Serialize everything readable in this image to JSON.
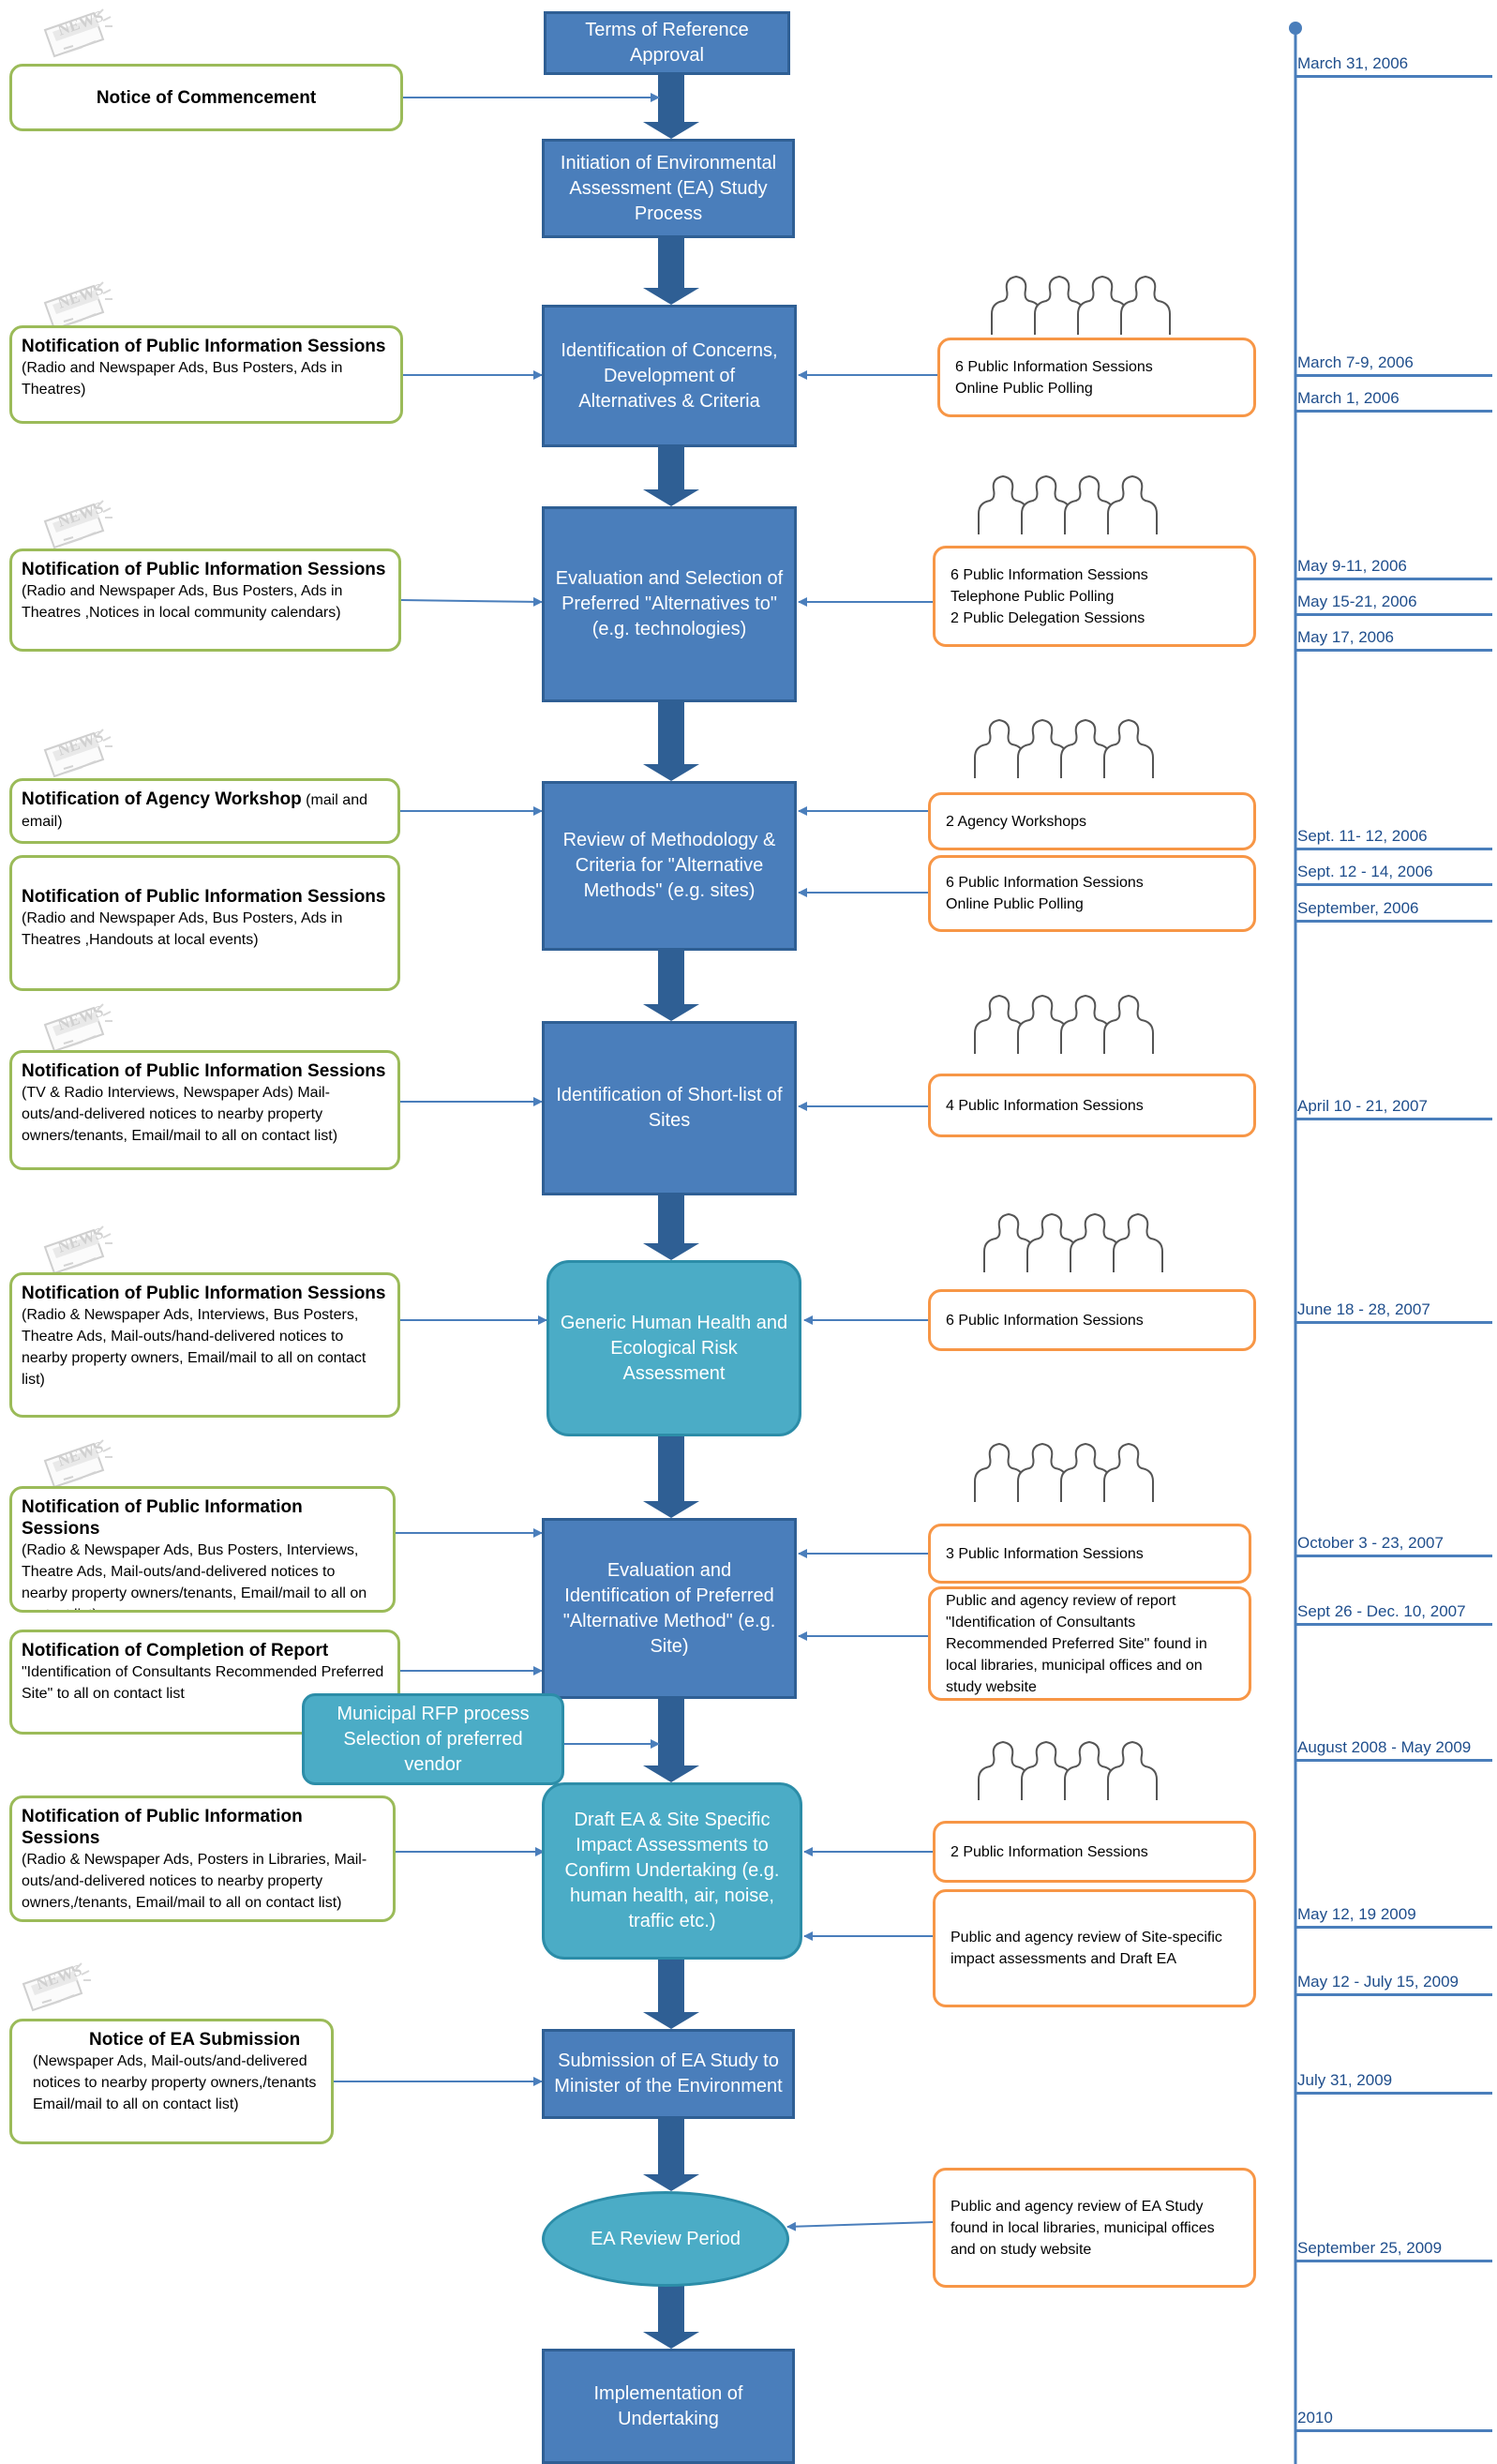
{
  "process": [
    {
      "name": "terms",
      "text": "Terms of Reference Approval"
    },
    {
      "name": "initiation",
      "text": "Initiation of Environmental Assessment (EA) Study Process"
    },
    {
      "name": "concerns",
      "text": "Identification of Concerns, Development of Alternatives & Criteria"
    },
    {
      "name": "evaluation",
      "text": "Evaluation and Selection of Preferred \"Alternatives to\" (e.g. technologies)"
    },
    {
      "name": "methodology",
      "text": "Review of Methodology & Criteria for \"Alternative Methods\" (e.g. sites)"
    },
    {
      "name": "shortlist",
      "text": "Identification of  Short-list of Sites"
    },
    {
      "name": "health",
      "text": "Generic Human Health and Ecological  Risk Assessment"
    },
    {
      "name": "preferred",
      "text": "Evaluation and Identification of Preferred \"Alternative Method\" (e.g. Site)"
    },
    {
      "name": "rfp",
      "text": "Municipal RFP process Selection of preferred vendor"
    },
    {
      "name": "draft",
      "text": "Draft EA & Site Specific Impact Assessments to Confirm Undertaking (e.g. human health, air, noise, traffic etc.)"
    },
    {
      "name": "submission",
      "text": "Submission of EA Study to Minister of  the Environment"
    },
    {
      "name": "review",
      "text": "EA Review Period"
    },
    {
      "name": "implementation",
      "text": "Implementation of Undertaking"
    }
  ],
  "notices": [
    {
      "title": "Notice of Commencement",
      "detail": ""
    },
    {
      "title": "Notification of Public Information Sessions",
      "detail": "(Radio and Newspaper Ads, Bus Posters, Ads in Theatres)"
    },
    {
      "title": "Notification of Public Information Sessions",
      "detail": "(Radio and Newspaper Ads, Bus Posters, Ads in Theatres ,Notices in local community calendars)"
    },
    {
      "title": "Notification of Agency Workshop",
      "detail": " (mail  and email)"
    },
    {
      "title": "Notification of Public Information Sessions",
      "detail": "(Radio and Newspaper Ads, Bus Posters, Ads in Theatres ,Handouts at local events)"
    },
    {
      "title": "Notification of Public Information Sessions",
      "detail": "(TV & Radio Interviews, Newspaper Ads) Mail-outs/and-delivered notices to nearby property owners/tenants, Email/mail  to all on contact list)"
    },
    {
      "title": "Notification of Public Information Sessions",
      "detail": "(Radio & Newspaper Ads, Interviews, Bus Posters, Theatre Ads, Mail-outs/hand-delivered notices to nearby property owners, Email/mail  to all on contact list)"
    },
    {
      "title": "Notification of Public Information Sessions",
      "detail": "(Radio & Newspaper Ads, Bus Posters, Interviews, Theatre Ads, Mail-outs/and-delivered notices to nearby property owners/tenants,  Email/mail  to all on contact list)"
    },
    {
      "title": "Notification of Completion of Report",
      "detail": " \"Identification  of Consultants  Recommended Preferred Site\" to all on contact list"
    },
    {
      "title": "Notification of Public Information Sessions",
      "detail": "(Radio & Newspaper Ads, Posters in Libraries, Mail-outs/and-delivered notices to nearby property owners,/tenants,  Email/mail  to all on contact list)"
    },
    {
      "title": "Notice of EA Submission",
      "detail": "(Newspaper Ads, Mail-outs/and-delivered notices to nearby property owners,/tenants Email/mail  to all on contact list)"
    }
  ],
  "public_sessions": [
    {
      "lines": [
        "6 Public Information  Sessions",
        "Online Public Polling"
      ]
    },
    {
      "lines": [
        "6 Public Information  Sessions",
        "Telephone Public Polling",
        "2 Public Delegation Sessions"
      ]
    },
    {
      "lines": [
        "2 Agency Workshops"
      ]
    },
    {
      "lines": [
        "6 Public Information  Sessions",
        "Online Public Polling"
      ]
    },
    {
      "lines": [
        "4 Public Information  Sessions"
      ]
    },
    {
      "lines": [
        "6 Public Information  Sessions"
      ]
    },
    {
      "lines": [
        "3 Public Information  Sessions"
      ]
    },
    {
      "lines": [
        "Public and agency review of report \"Identification of Consultants Recommended Preferred Site\" found in local libraries, municipal offices and on study website"
      ]
    },
    {
      "lines": [
        "2 Public Information  Sessions"
      ]
    },
    {
      "lines": [
        "Public and agency review of  Site-specific impact assessments and Draft EA"
      ]
    },
    {
      "lines": [
        "Public and agency review of EA Study found in local libraries, municipal offices and on study website"
      ]
    }
  ],
  "timeline": [
    "March 31, 2006",
    "March 7-9, 2006",
    "March 1, 2006",
    "May 9-11, 2006",
    "May 15-21, 2006",
    "May 17, 2006",
    "Sept. 11- 12, 2006",
    "Sept. 12 - 14, 2006",
    "September, 2006",
    "April 10 - 21, 2007",
    "June 18 - 28, 2007",
    "October 3 - 23, 2007",
    "Sept 26 - Dec. 10, 2007",
    "August 2008 - May 2009",
    "May 12, 19 2009",
    "May 12 - July 15, 2009",
    "July 31, 2009",
    "September 25, 2009",
    "2010"
  ],
  "icons": {
    "newspaper": "newspaper-icon",
    "audience": "audience-silhouette-icon"
  },
  "colors": {
    "process": "#4a7ebb",
    "process_alt": "#4bacc6",
    "notice_border": "#9bbb59",
    "session_border": "#f79646",
    "timeline": "#4a7ebb"
  }
}
